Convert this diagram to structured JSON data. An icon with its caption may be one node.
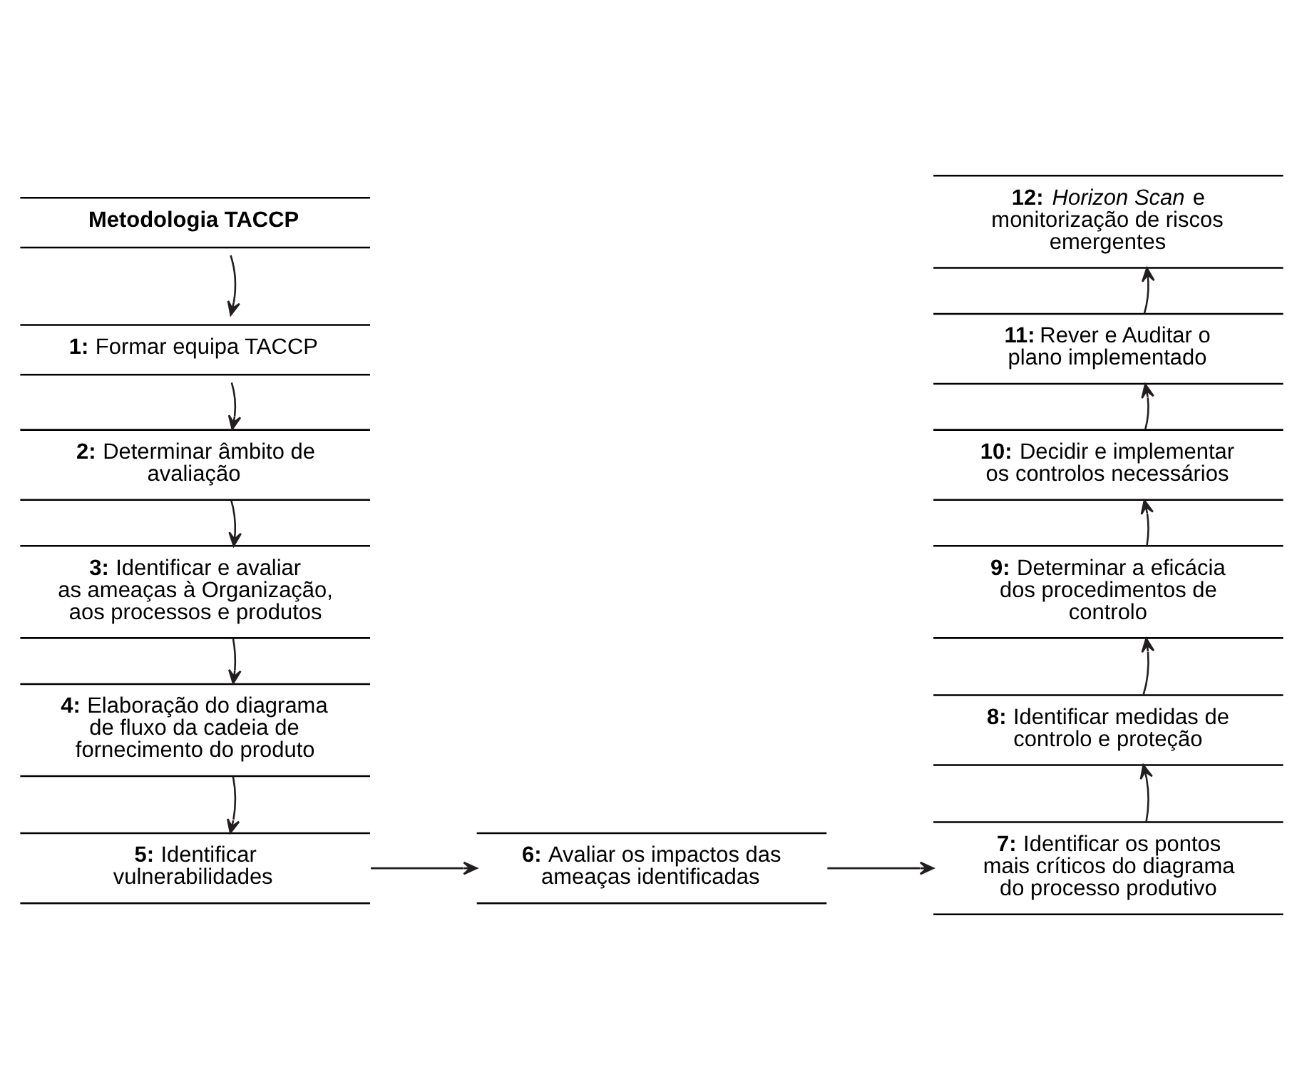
{
  "diagram": {
    "nodes": [
      {
        "text": [
          "**Metodologia TACCP**"
        ]
      },
      {
        "text": [
          "**1:** Formar equipa TACCP"
        ]
      },
      {
        "text": [
          "**2:** Determinar âmbito de avaliação"
        ]
      },
      {
        "text": [
          "**3:** Identificar e avaliar as ameaças à Organização, aos processos e produtos"
        ]
      },
      {
        "text": [
          "**4:** Elaboração do diagrama de fluxo da cadeia de fornecimento do produto"
        ]
      },
      {
        "text": [
          "**5:** Identificar vulnerabilidades"
        ]
      },
      {
        "text": [
          "**6:** Avaliar os impactos das ameaças identificadas"
        ]
      },
      {
        "text": [
          "**7:** Identificar os pontos mais críticos do diagrama do processo produtivo"
        ]
      },
      {
        "text": [
          "**8:** Identificar medidas de controlo e proteção"
        ]
      },
      {
        "text": [
          "**9:** Determinar a eficácia dos procedimentos de controlo"
        ]
      },
      {
        "text": [
          "**10:** Decidir e implementar os controlos necessários"
        ]
      },
      {
        "text": [
          "**11:** Rever e Auditar o plano implementado"
        ]
      },
      {
        "text": [
          "**12:** *Horizon Scan* e monitorização de riscos emergentes"
        ]
      }
    ],
    "edges": [
      {
        "from": 0,
        "to": 1,
        "arrow": "to"
      },
      {
        "from": 1,
        "to": 2,
        "arrow": "to"
      },
      {
        "from": 2,
        "to": 3,
        "arrow": "to"
      },
      {
        "from": 3,
        "to": 4,
        "arrow": "to"
      },
      {
        "from": 4,
        "to": 5,
        "arrow": "to"
      },
      {
        "from": 5,
        "to": 6,
        "arrow": "to"
      },
      {
        "from": 6,
        "to": 7,
        "arrow": "to"
      },
      {
        "from": 7,
        "to": 8,
        "arrow": "to"
      },
      {
        "from": 8,
        "to": 9,
        "arrow": "to"
      },
      {
        "from": 9,
        "to": 10,
        "arrow": "to"
      },
      {
        "from": 10,
        "to": 11,
        "arrow": "to"
      },
      {
        "from": 11,
        "to": 12,
        "arrow": "to"
      }
    ]
  }
}
